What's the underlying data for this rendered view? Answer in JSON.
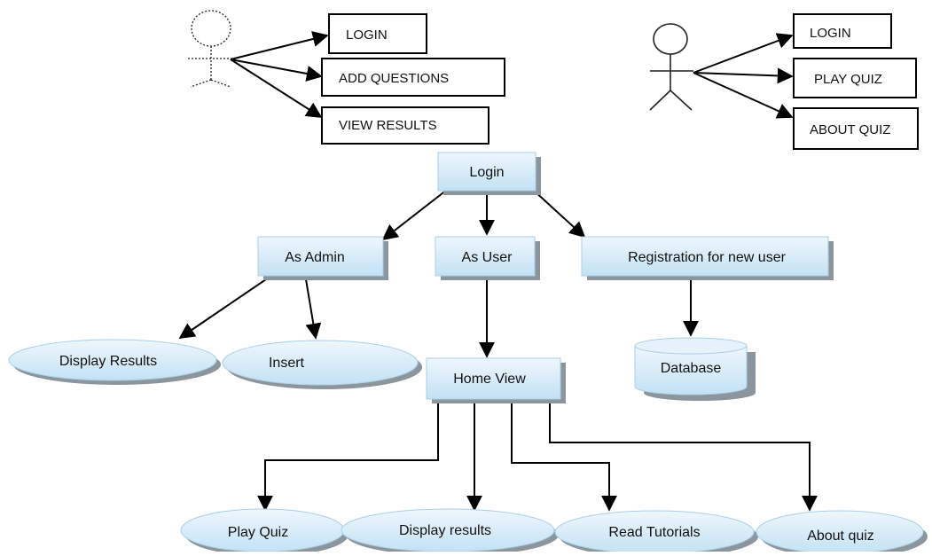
{
  "admin_actions": [
    "LOGIN",
    "ADD QUESTIONS",
    "VIEW RESULTS"
  ],
  "user_actions": [
    "LOGIN",
    "PLAY QUIZ",
    "ABOUT QUIZ"
  ],
  "flow": {
    "login": "Login",
    "as_admin": "As Admin",
    "as_user": "As User",
    "registration": "Registration for new user",
    "home_view": "Home View",
    "database": "Database",
    "admin_children": [
      "Display Results",
      "Insert"
    ],
    "home_children": [
      "Play Quiz",
      "Display results",
      "Read Tutorials",
      "About quiz"
    ]
  },
  "colors": {
    "box_fill_top": "#e9f4fb",
    "box_fill_bottom": "#c6e3f5",
    "box_border": "#9cc6e0",
    "shadow": "#7d8a94",
    "line": "#000000"
  }
}
